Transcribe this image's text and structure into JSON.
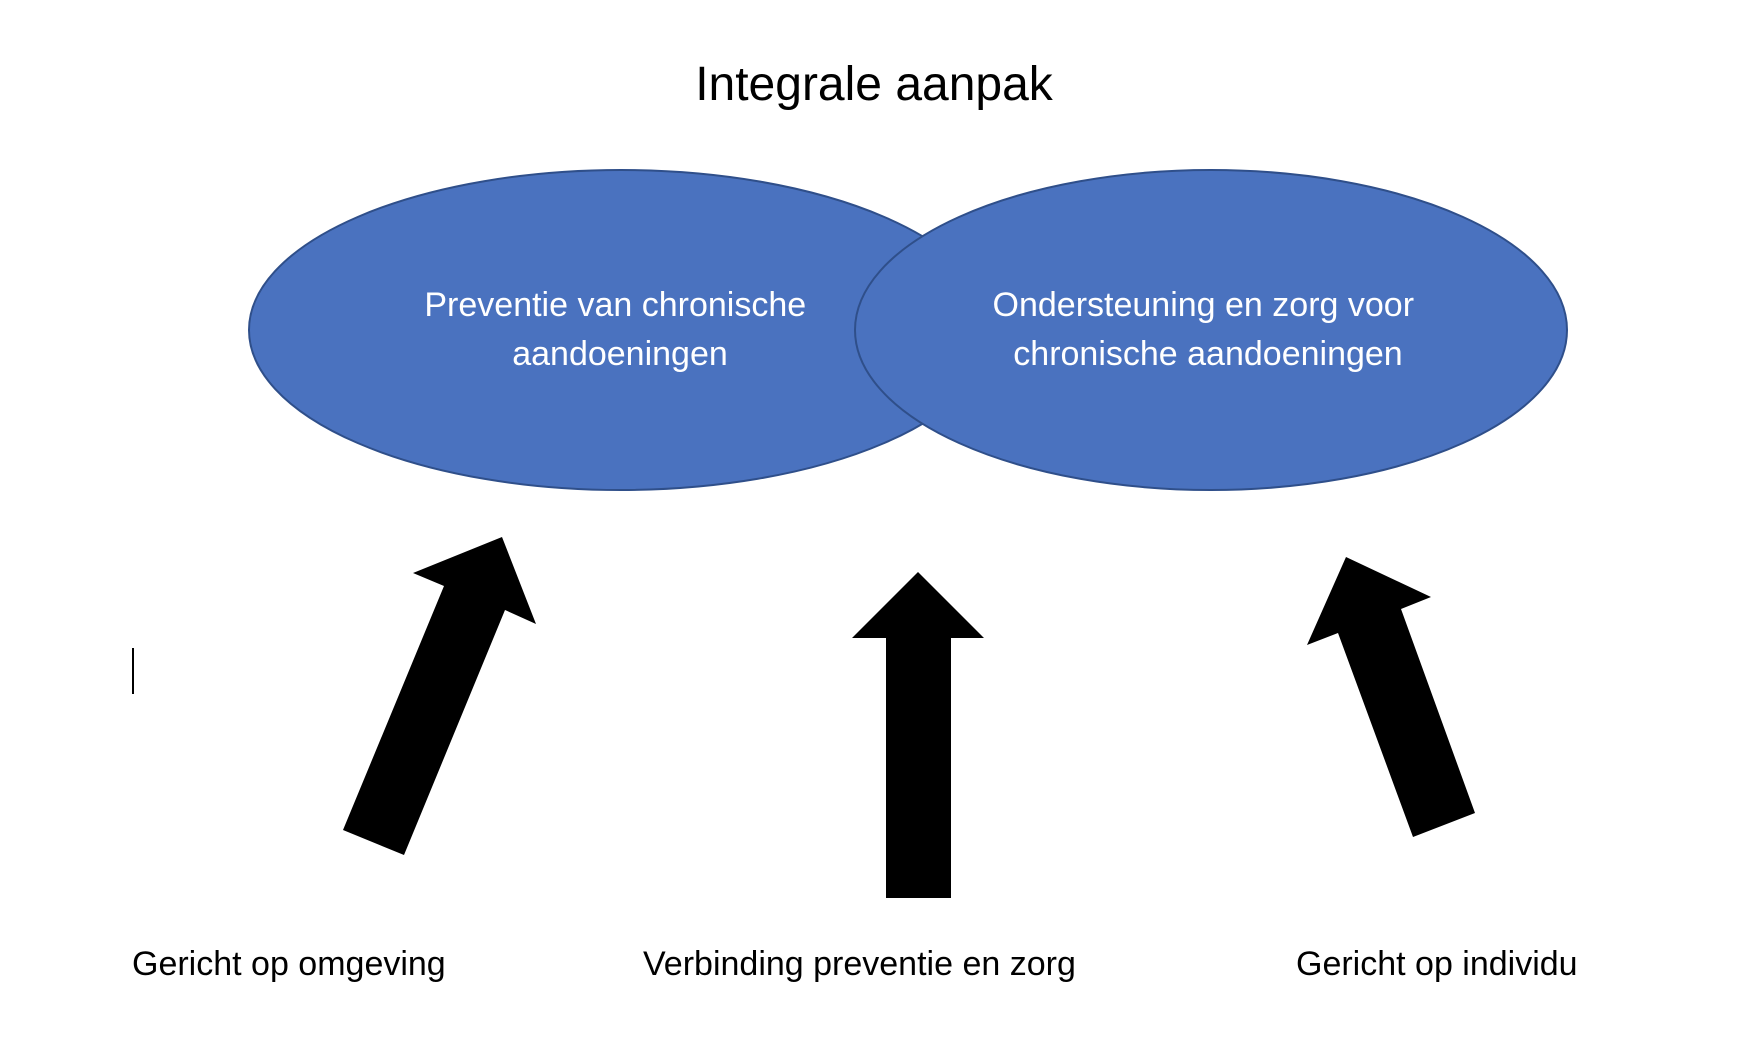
{
  "title": "Integrale aanpak",
  "ellipses": [
    {
      "id": "prevention",
      "lines": [
        "Preventie van chronische",
        "aandoeningen"
      ]
    },
    {
      "id": "care",
      "lines": [
        "Ondersteuning en zorg voor",
        "chronische aandoeningen"
      ]
    }
  ],
  "labels": {
    "environment": "Gericht op omgeving",
    "connection": "Verbinding preventie en zorg",
    "individual": "Gericht op individu"
  },
  "colors": {
    "ellipse_fill": "#4a72bf",
    "ellipse_stroke": "#2f4f8a",
    "arrow": "#000000",
    "text_dark": "#000000",
    "text_light": "#ffffff"
  }
}
